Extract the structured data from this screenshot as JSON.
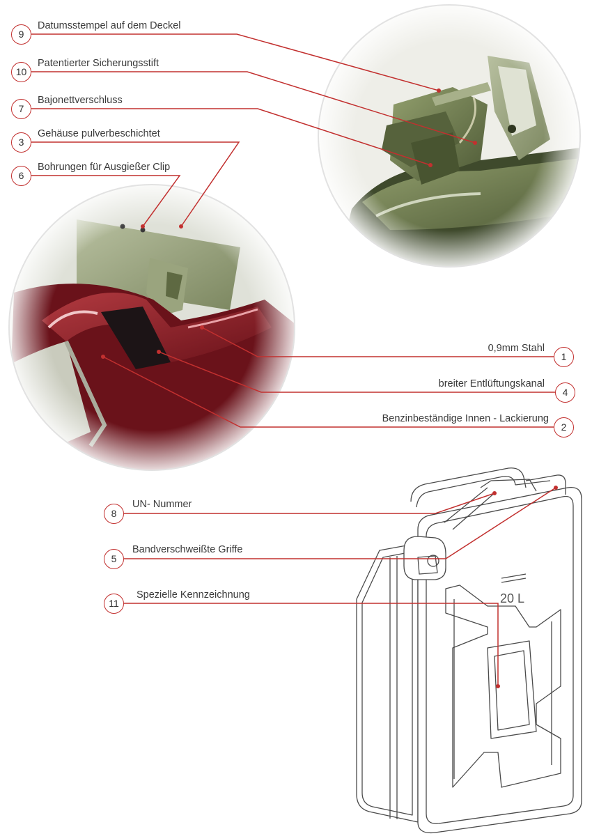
{
  "palette": {
    "leader": "#c2302f",
    "text": "#3a3a3a",
    "olive": "#6b7a4c",
    "red_lacquer": "#8a1e26",
    "outline": "#4a4a4a"
  },
  "callouts": [
    {
      "number": "9",
      "label": "Datumsstempel auf dem Deckel"
    },
    {
      "number": "10",
      "label": "Patentierter Sicherungsstift"
    },
    {
      "number": "7",
      "label": "Bajonettverschluss"
    },
    {
      "number": "3",
      "label": "Gehäuse pulverbeschichtet"
    },
    {
      "number": "6",
      "label": "Bohrungen für Ausgießer Clip"
    },
    {
      "number": "1",
      "label": "0,9mm Stahl"
    },
    {
      "number": "4",
      "label": "breiter Entlüftungskanal"
    },
    {
      "number": "2",
      "label": "Benzinbeständige  Innen - Lackierung"
    },
    {
      "number": "8",
      "label": "UN- Nummer"
    },
    {
      "number": "5",
      "label": "Bandverschweißte Griffe"
    },
    {
      "number": "11",
      "label": "Spezielle Kennzeichnung"
    }
  ],
  "can_marking": "20 L"
}
